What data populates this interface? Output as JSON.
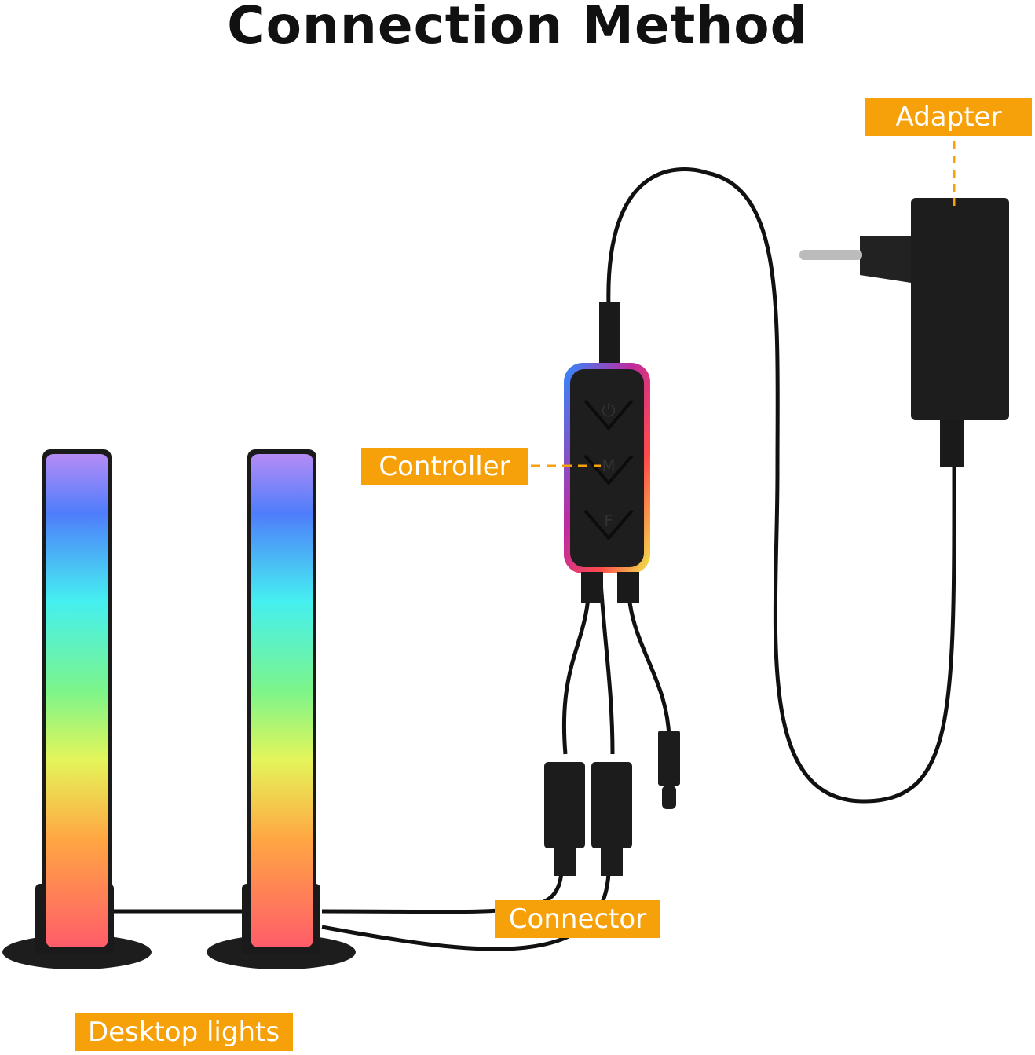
{
  "title": "Connection Method",
  "labels": {
    "adapter": "Adapter",
    "controller": "Controller",
    "connector": "Connector",
    "desktop_lights": "Desktop lights"
  },
  "colors": {
    "label_bg": "#f7a10a",
    "label_text": "#ffffff",
    "cable": "#111111"
  },
  "controller_buttons": [
    "power-icon",
    "M",
    "F"
  ]
}
